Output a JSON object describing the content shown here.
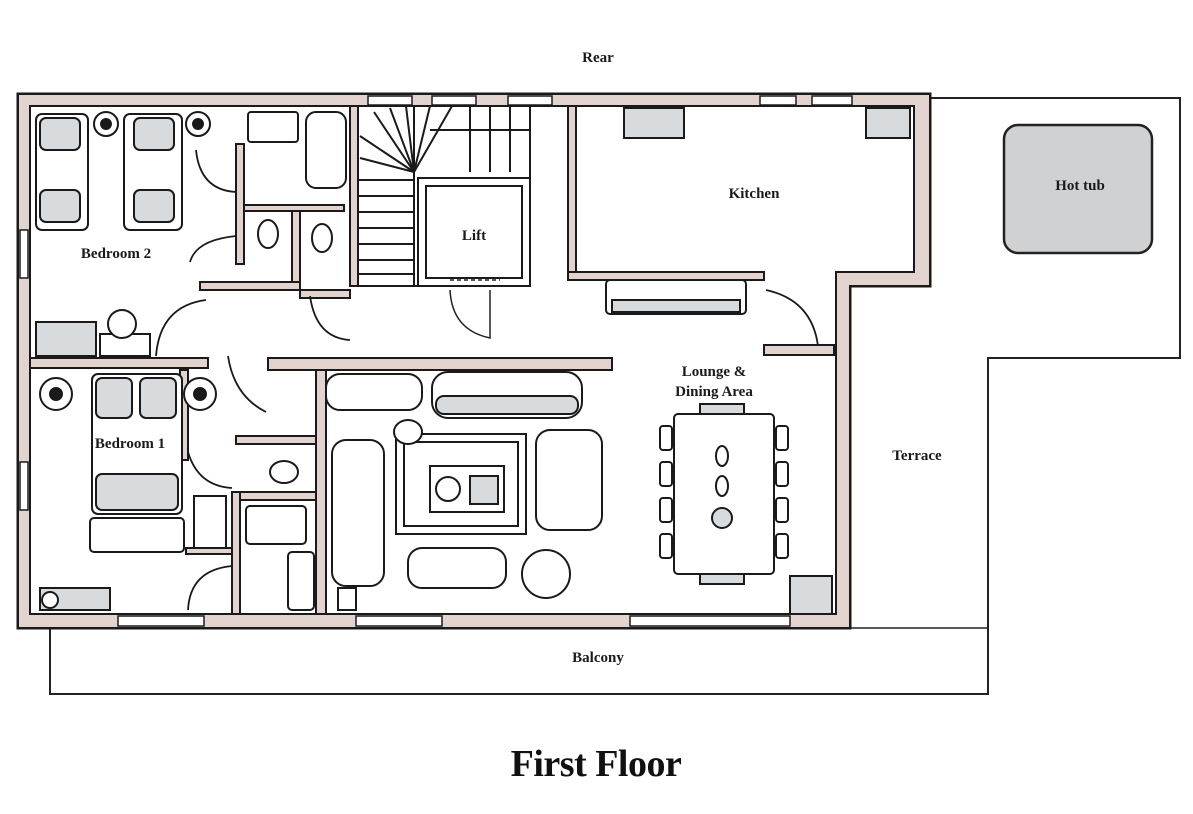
{
  "title": "First Floor",
  "orientation": {
    "rear": "Rear"
  },
  "rooms": {
    "bedroom2": "Bedroom 2",
    "bedroom1": "Bedroom 1",
    "lift": "Lift",
    "kitchen": "Kitchen",
    "lounge": "Lounge &\nDining Area"
  },
  "outdoor": {
    "hot_tub": "Hot tub",
    "terrace": "Terrace",
    "balcony": "Balcony"
  },
  "colors": {
    "wall_fill": "#e3d3ce",
    "wall_stroke": "#1a1a1a",
    "furniture_shade": "#d7dbde",
    "hot_tub_fill": "#cfd1d3"
  }
}
